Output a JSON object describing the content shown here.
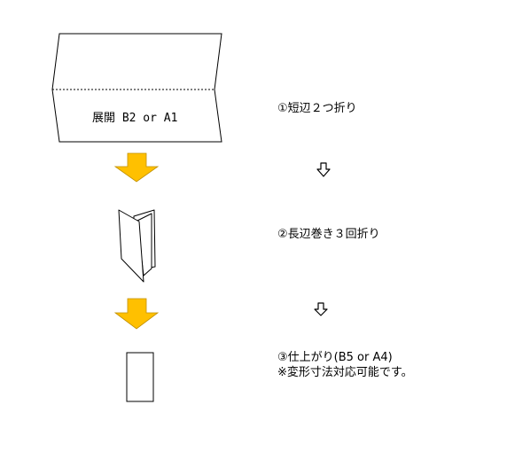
{
  "colors": {
    "arrow_fill": "#FFC000",
    "arrow_stroke": "#C09000",
    "line": "#000000",
    "fold_line": "#000000"
  },
  "sheet": {
    "label": "展開 B2 or A1"
  },
  "steps": [
    {
      "label": "①短辺２つ折り"
    },
    {
      "label": "②長辺巻き３回折り"
    },
    {
      "label": "③仕上がり(B5 or A4)",
      "note": "※変形寸法対応可能です。"
    }
  ],
  "icons": {
    "big_arrow": "down-arrow-icon",
    "small_arrow": "outline-down-arrow-icon"
  }
}
